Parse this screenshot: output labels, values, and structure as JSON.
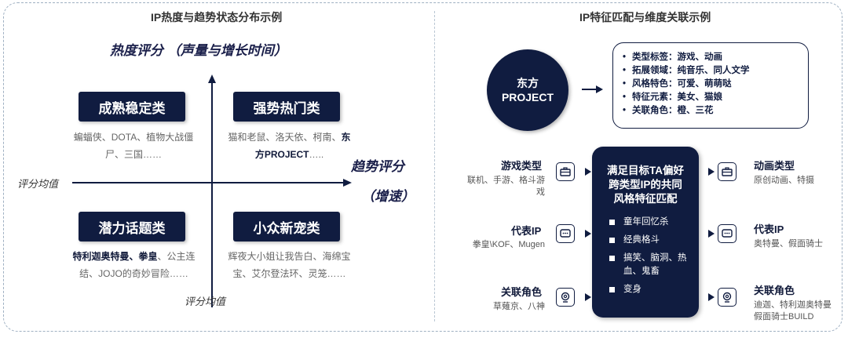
{
  "left_panel": {
    "title": "IP热度与趋势状态分布示例",
    "y_axis_title": "热度评分 （声量与增长时间）",
    "x_axis_title_1": "趋势评分",
    "x_axis_title_2": "（增速）",
    "x_mean_label": "评分均值",
    "y_mean_label": "评分均值",
    "quadrants": {
      "top_left": {
        "label": "成熟稳定类",
        "line1": "蝙蝠侠、DOTA、植物大战僵",
        "line2": "尸、三国……"
      },
      "top_right": {
        "label": "强势热门类",
        "line1_normal": "猫和老鼠、洛天依、柯南、",
        "line1_bold": "东",
        "line2_bold": "方PROJECT",
        "line2_normal": "….."
      },
      "bottom_left": {
        "label": "潜力话题类",
        "line1_bold": "特利迦奥特曼、拳皇",
        "line1_normal": "、公主连",
        "line2": "结、JOJO的奇妙冒险……"
      },
      "bottom_right": {
        "label": "小众新宠类",
        "line1": "辉夜大小姐让我告白、海绵宝",
        "line2": "宝、艾尔登法环、灵笼……"
      }
    }
  },
  "right_panel": {
    "title": "IP特征匹配与维度关联示例",
    "ip_circle": {
      "line1": "东方",
      "line2": "PROJECT"
    },
    "tags": [
      "类型标签：游戏、动画",
      "拓展领域：纯音乐、同人文学",
      "风格特色：可爱、萌萌哒",
      "特征元素：美女、猫娘",
      "关联角色：橙、三花"
    ],
    "center": {
      "title_line1": "满足目标TA偏好",
      "title_line2": "跨类型IP的共同",
      "title_line3": "风格特征匹配",
      "items": [
        "童年回忆杀",
        "经典格斗",
        "搞笑、脑洞、热血、鬼畜",
        "变身"
      ]
    },
    "left_items": [
      {
        "title": "游戏类型",
        "desc_line1": "联机、手游、格斗游",
        "desc_line2": "戏",
        "icon": "briefcase-icon"
      },
      {
        "title": "代表IP",
        "desc_line1": "拳皇\\KOF、Mugen",
        "desc_line2": "",
        "icon": "chat-icon"
      },
      {
        "title": "关联角色",
        "desc_line1": "草薙京、八神",
        "desc_line2": "",
        "icon": "webcam-icon"
      }
    ],
    "right_items": [
      {
        "title": "动画类型",
        "desc_line1": "原创动画、特摄",
        "desc_line2": "",
        "icon": "briefcase-icon"
      },
      {
        "title": "代表IP",
        "desc_line1": "奥特曼、假面骑士",
        "desc_line2": "",
        "icon": "chat-icon"
      },
      {
        "title": "关联角色",
        "desc_line1": "迪迦、特利迦奥特曼",
        "desc_line2": "假面骑士BUILD",
        "icon": "webcam-icon"
      }
    ],
    "colors": {
      "navy": "#101c40",
      "text_gray": "#555555"
    }
  }
}
